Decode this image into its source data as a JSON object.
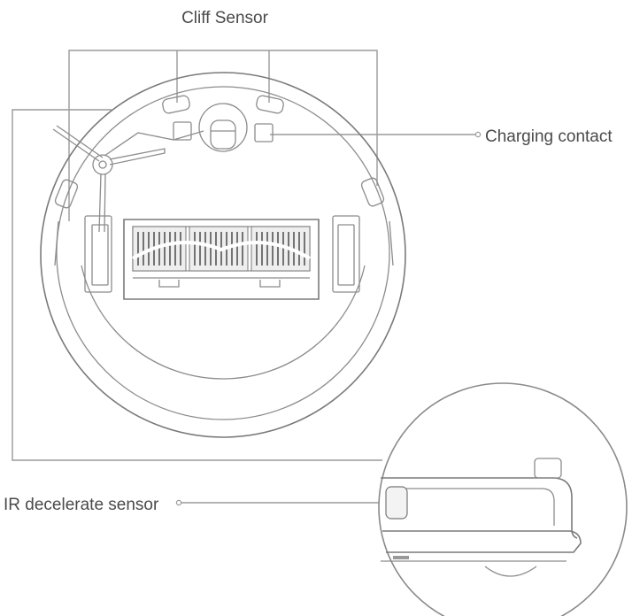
{
  "labels": {
    "cliff_sensor": "Cliff Sensor",
    "charging_contact": "Charging contact",
    "ir_decelerate_sensor": "IR decelerate sensor"
  },
  "colors": {
    "line": "#9a9a9a",
    "text": "#4a4a4a",
    "background": "#ffffff"
  }
}
